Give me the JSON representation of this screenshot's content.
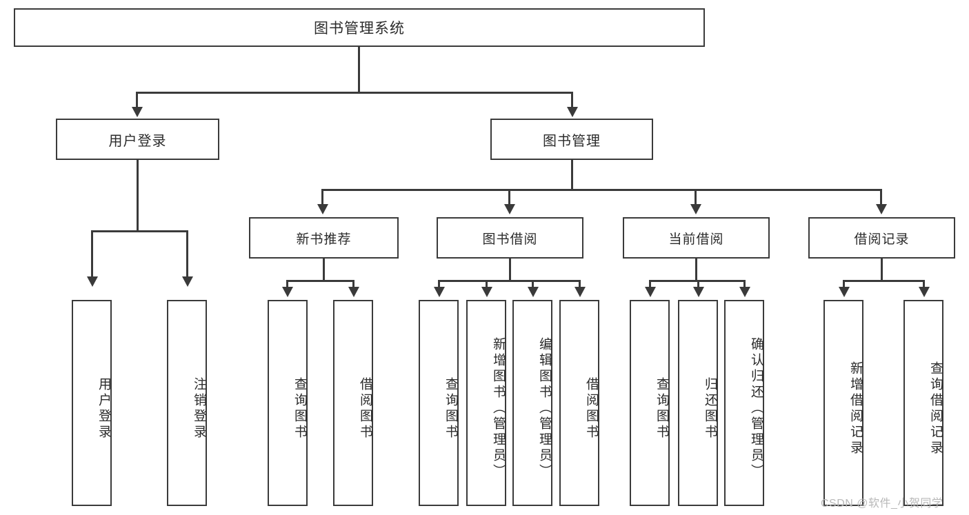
{
  "diagram": {
    "type": "tree-hierarchy-chart",
    "title": "图书管理系统",
    "root": {
      "label": "图书管理系统"
    },
    "level1": [
      {
        "label": "用户登录"
      },
      {
        "label": "图书管理"
      }
    ],
    "level2": [
      {
        "label": "新书推荐"
      },
      {
        "label": "图书借阅"
      },
      {
        "label": "当前借阅"
      },
      {
        "label": "借阅记录"
      }
    ],
    "leaves": {
      "user_login": [
        {
          "label": "用户登录"
        },
        {
          "label": "注销登录"
        }
      ],
      "new_book_recommend": [
        {
          "label": "查询图书"
        },
        {
          "label": "借阅图书"
        }
      ],
      "book_borrow": [
        {
          "label": "查询图书"
        },
        {
          "label": "新增图书（管理员）"
        },
        {
          "label": "编辑图书（管理员）"
        },
        {
          "label": "借阅图书"
        }
      ],
      "current_borrow": [
        {
          "label": "查询图书"
        },
        {
          "label": "归还图书"
        },
        {
          "label": "确认归还（管理员）"
        }
      ],
      "borrow_record": [
        {
          "label": "新增借阅记录"
        },
        {
          "label": "查询借阅记录"
        }
      ]
    }
  },
  "watermark": {
    "text": "CSDN @软件_小贺同学"
  },
  "colors": {
    "stroke": "#3a3a3a",
    "text": "#2b2b2b",
    "background": "#ffffff",
    "watermark": "#b8b8b8"
  }
}
